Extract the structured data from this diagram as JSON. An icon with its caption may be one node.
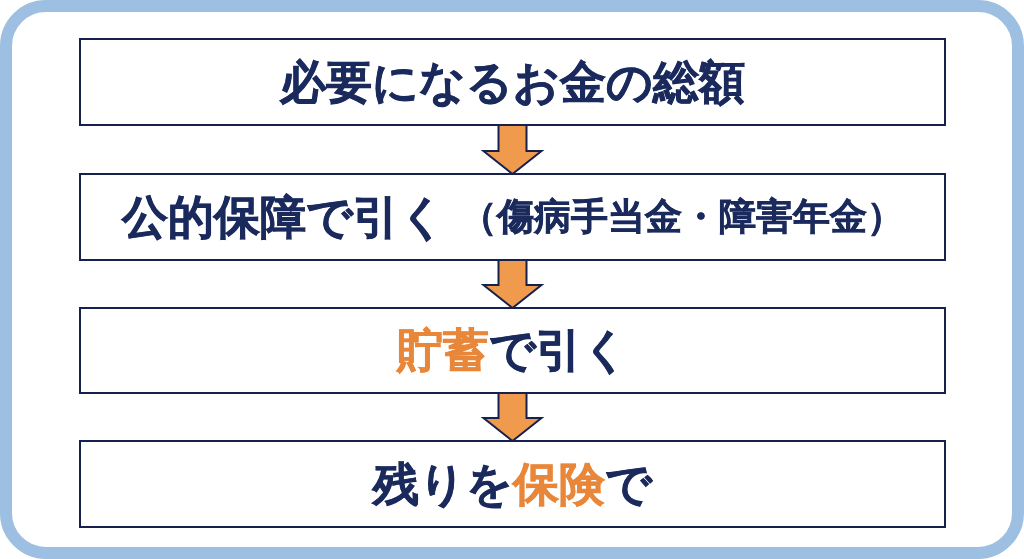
{
  "diagram": {
    "nodes": [
      {
        "text": [
          "必要になるお金の総額"
        ]
      },
      {
        "text": [
          "公的保障で引く",
          "（傷病手当金・障害年金）"
        ]
      },
      {
        "text": [
          "**貯蓄**で引く"
        ]
      },
      {
        "text": [
          "残りを**保険**で"
        ]
      }
    ],
    "edges": [
      {
        "from": 0,
        "to": 1,
        "arrow": "to"
      },
      {
        "from": 1,
        "to": 2,
        "arrow": "to"
      },
      {
        "from": 2,
        "to": 3,
        "arrow": "to"
      }
    ]
  }
}
